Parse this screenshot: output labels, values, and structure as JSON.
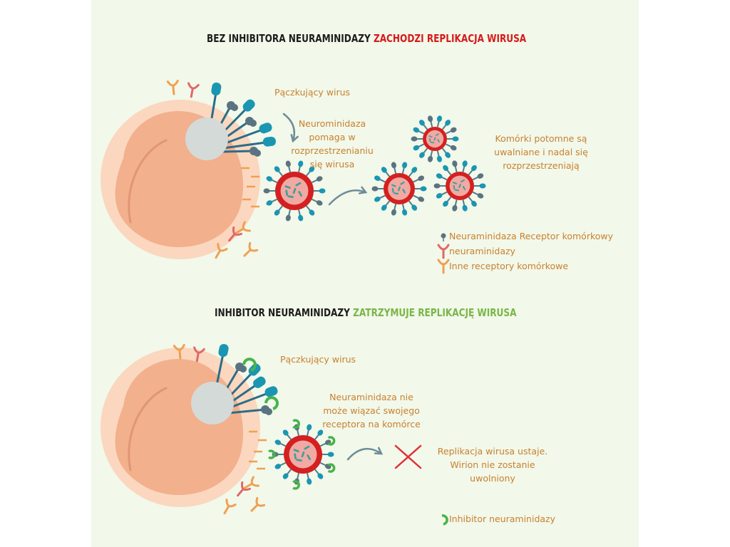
{
  "top": {
    "heading_plain": "BEZ INHIBITORA NEURAMINIDAZY",
    "heading_accent": "ZACHODZI REPLIKACJA WIRUSA",
    "budding_label": "Pączkujący wirus",
    "neuraminidase_label": "Neurominidaza pomaga w rozprzestrzenianiu się wirusa",
    "daughter_label": "Komórki potomne są uwalniane i nadal się rozprzestrzeniają",
    "legend": [
      {
        "icon": "neuraminidase-receptor-icon",
        "label": "Neuraminidaza Receptor komórkowy"
      },
      {
        "icon": "neuraminidase-icon",
        "label": "neuraminidazy"
      },
      {
        "icon": "other-receptor-icon",
        "label": "Inne receptory komórkowe"
      }
    ]
  },
  "bottom": {
    "heading_plain": "INHIBITOR NEURAMINIDAZY",
    "heading_accent": "ZATRZYMUJE REPLIKACJĘ WIRUSA",
    "budding_label": "Pączkujący wirus",
    "binding_label": "Neuraminidaza nie może wiązać swojego receptora na komórce",
    "stopped_label": "Replikacja wirusa ustaje. Wirion nie zostanie uwolniony",
    "legend": [
      {
        "icon": "inhibitor-icon",
        "label": "Inhibitor neuraminidazy"
      }
    ]
  },
  "colors": {
    "background": "#f2f8ea",
    "cell_outer": "#fbd7bf",
    "cell_body": "#f2b08d",
    "virus_rim": "#d42020",
    "virus_spike": "#1a96b2",
    "receptor_grey": "#5b7380",
    "receptor_orange": "#f0a050",
    "receptor_red": "#e06868",
    "inhibitor_green": "#46b44a",
    "text_orange": "#c8812f",
    "heading_red": "#d51b1b",
    "heading_green": "#7ab648",
    "x_mark": "#e0303a"
  }
}
